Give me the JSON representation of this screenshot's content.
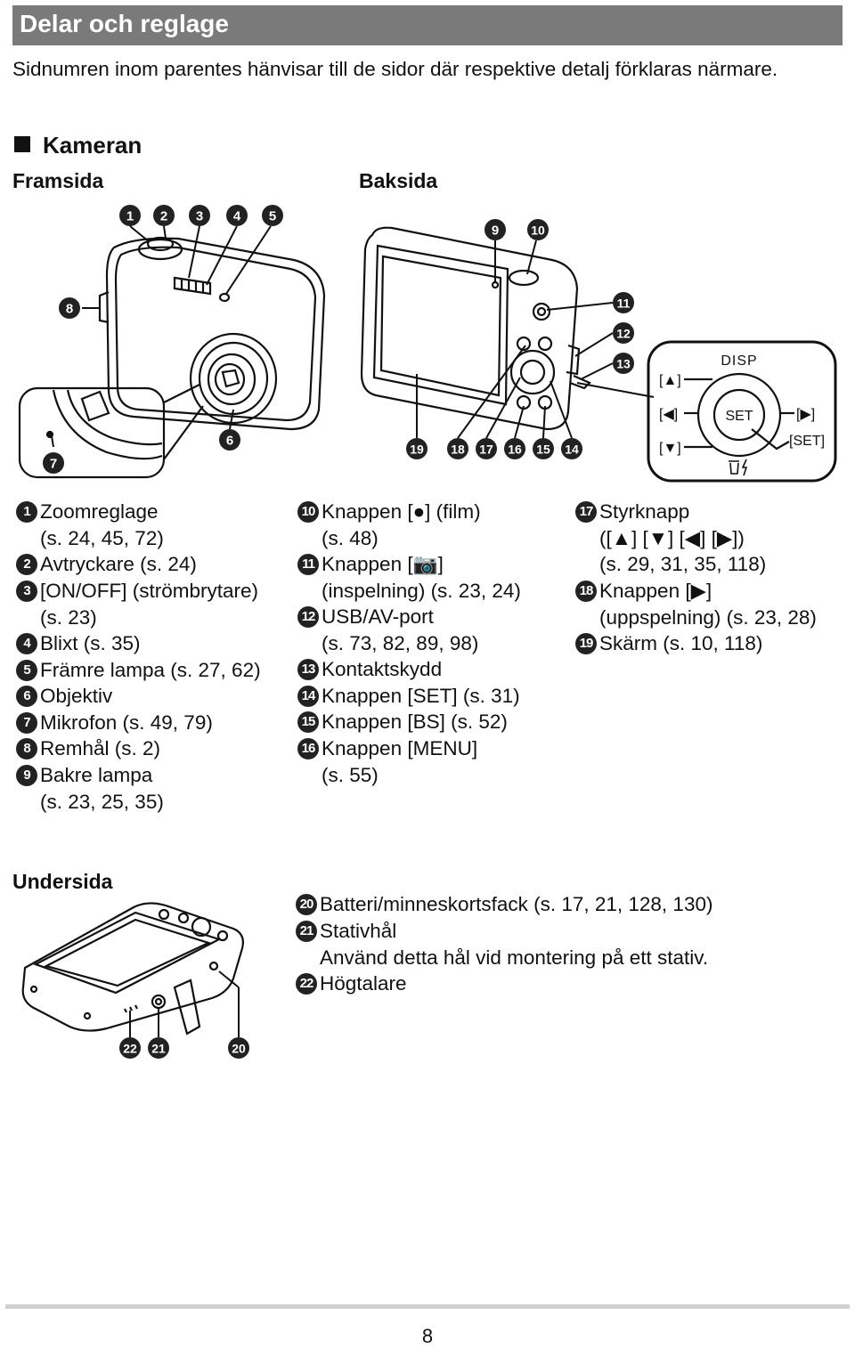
{
  "header": {
    "title": "Delar och reglage"
  },
  "intro": "Sidnumren inom parentes hänvisar till de sidor där respektive detalj förklaras närmare.",
  "section": {
    "title": "Kameran"
  },
  "front": {
    "title": "Framsida"
  },
  "back": {
    "title": "Baksida"
  },
  "bottom": {
    "title": "Undersida"
  },
  "dpad": {
    "disp": "DISP",
    "set": "SET",
    "up": "[▲]",
    "left": "[◀]",
    "down": "[▼]",
    "right": "[▶]",
    "set_label": "[SET]"
  },
  "callouts": {
    "front": [
      "1",
      "2",
      "3",
      "4",
      "5",
      "6",
      "7",
      "8"
    ],
    "back_top": [
      "9",
      "10"
    ],
    "back_side": [
      "11",
      "12",
      "13"
    ],
    "back_bottom": [
      "19",
      "18",
      "17",
      "16",
      "15",
      "14"
    ],
    "bottom": [
      "22",
      "21",
      "20"
    ]
  },
  "col1": [
    {
      "n": "1",
      "text": "Zoomreglage\n(s. 24, 45, 72)"
    },
    {
      "n": "2",
      "text": "Avtryckare (s. 24)"
    },
    {
      "n": "3",
      "text": "[ON/OFF] (strömbrytare)\n(s. 23)"
    },
    {
      "n": "4",
      "text": "Blixt (s. 35)"
    },
    {
      "n": "5",
      "text": "Främre lampa (s. 27, 62)"
    },
    {
      "n": "6",
      "text": "Objektiv"
    },
    {
      "n": "7",
      "text": "Mikrofon (s. 49, 79)"
    },
    {
      "n": "8",
      "text": "Remhål (s. 2)"
    },
    {
      "n": "9",
      "text": "Bakre lampa\n(s. 23, 25, 35)"
    }
  ],
  "col2": [
    {
      "n": "10",
      "text": "Knappen [●] (film)\n(s. 48)"
    },
    {
      "n": "11",
      "text": "Knappen [📷]\n(inspelning) (s. 23, 24)"
    },
    {
      "n": "12",
      "text": "USB/AV-port\n(s. 73, 82, 89, 98)"
    },
    {
      "n": "13",
      "text": "Kontaktskydd"
    },
    {
      "n": "14",
      "text": "Knappen [SET] (s. 31)"
    },
    {
      "n": "15",
      "text": "Knappen [BS] (s. 52)"
    },
    {
      "n": "16",
      "text": "Knappen [MENU]\n(s. 55)"
    }
  ],
  "col3": [
    {
      "n": "17",
      "text": "Styrknapp\n([▲] [▼] [◀] [▶])\n(s. 29, 31, 35, 118)"
    },
    {
      "n": "18",
      "text": "Knappen [▶]\n(uppspelning) (s. 23, 28)"
    },
    {
      "n": "19",
      "text": "Skärm (s. 10, 118)"
    }
  ],
  "col_bottom": [
    {
      "n": "20",
      "text": "Batteri/minneskortsfack (s. 17, 21, 128, 130)"
    },
    {
      "n": "21",
      "text": "Stativhål\nAnvänd detta hål vid montering på ett stativ."
    },
    {
      "n": "22",
      "text": "Högtalare"
    }
  ],
  "footer": {
    "page": "8"
  }
}
